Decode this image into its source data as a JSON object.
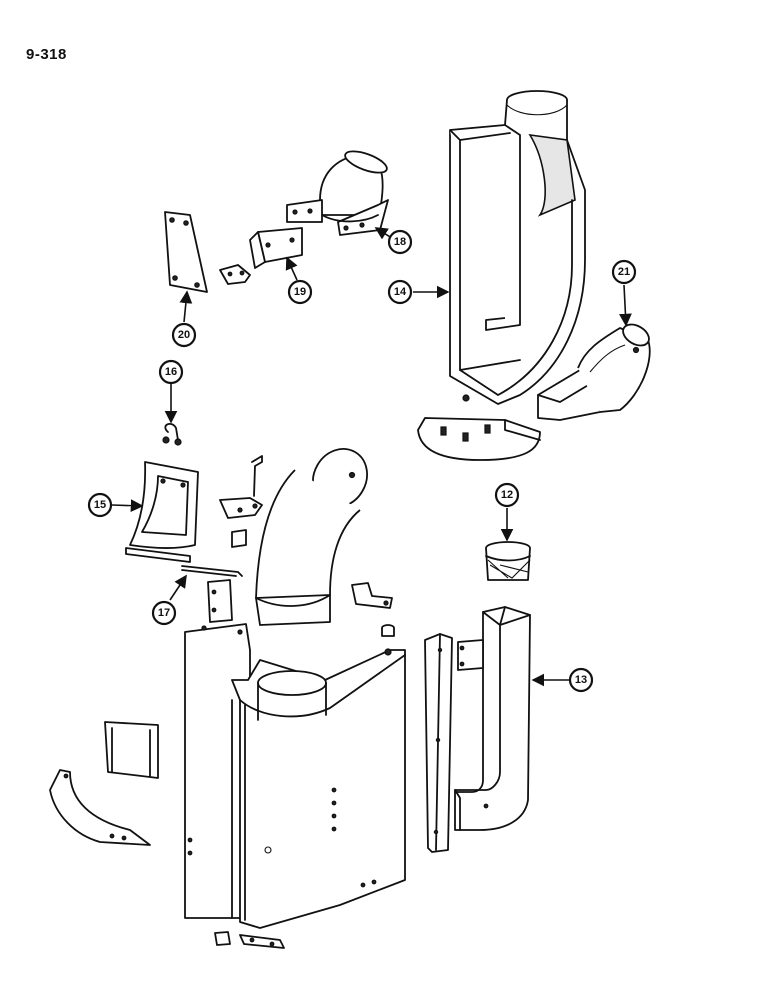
{
  "page_number": "9-318",
  "callouts": {
    "c12": "12",
    "c13": "13",
    "c14": "14",
    "c15": "15",
    "c16": "16",
    "c17": "17",
    "c18": "18",
    "c19": "19",
    "c20": "20",
    "c21": "21"
  }
}
